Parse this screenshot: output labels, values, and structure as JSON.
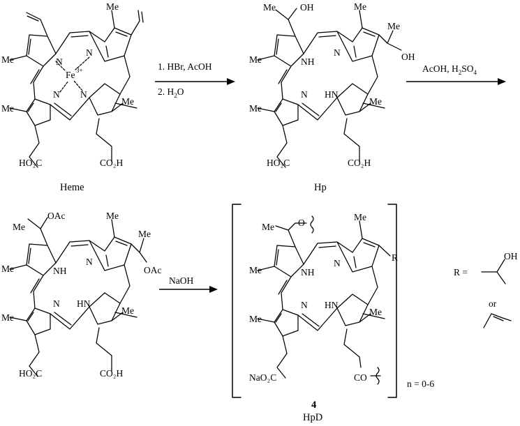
{
  "reaction": {
    "step1_line1": "1. HBr, AcOH",
    "step1_line2_prefix": "2. H",
    "step1_line2_sub": "2",
    "step1_line2_suffix": "O",
    "step2_prefix": "AcOH, H",
    "step2_sub": "2",
    "step2_mid": "SO",
    "step2_sub2": "4",
    "step3": "NaOH"
  },
  "compounds": {
    "heme": {
      "name": "Heme",
      "metal": "Fe",
      "charge": "3+",
      "n_label": "N",
      "me": "Me",
      "acid_left": "HO₂C",
      "acid_right": "CO₂H"
    },
    "hp": {
      "name": "Hp",
      "oh": "OH",
      "me": "Me",
      "nh": "NH",
      "hn": "HN",
      "n_label": "N",
      "acid_left": "HO₂C",
      "acid_right": "CO₂H"
    },
    "acetate": {
      "oac": "OAc",
      "me": "Me",
      "nh": "NH",
      "hn": "HN",
      "n_label": "N",
      "acid_left": "HO₂C",
      "acid_right": "CO₂H"
    },
    "hpd": {
      "number": "4",
      "name": "HpD",
      "o_label": "O",
      "me": "Me",
      "r_label": "R",
      "nh": "NH",
      "hn": "HN",
      "n_label": "N",
      "salt": "NaO₂C",
      "ester": "CO",
      "repeat": "n = 0-6"
    }
  },
  "r_group": {
    "label": "R =",
    "oh": "OH",
    "or": "or"
  }
}
